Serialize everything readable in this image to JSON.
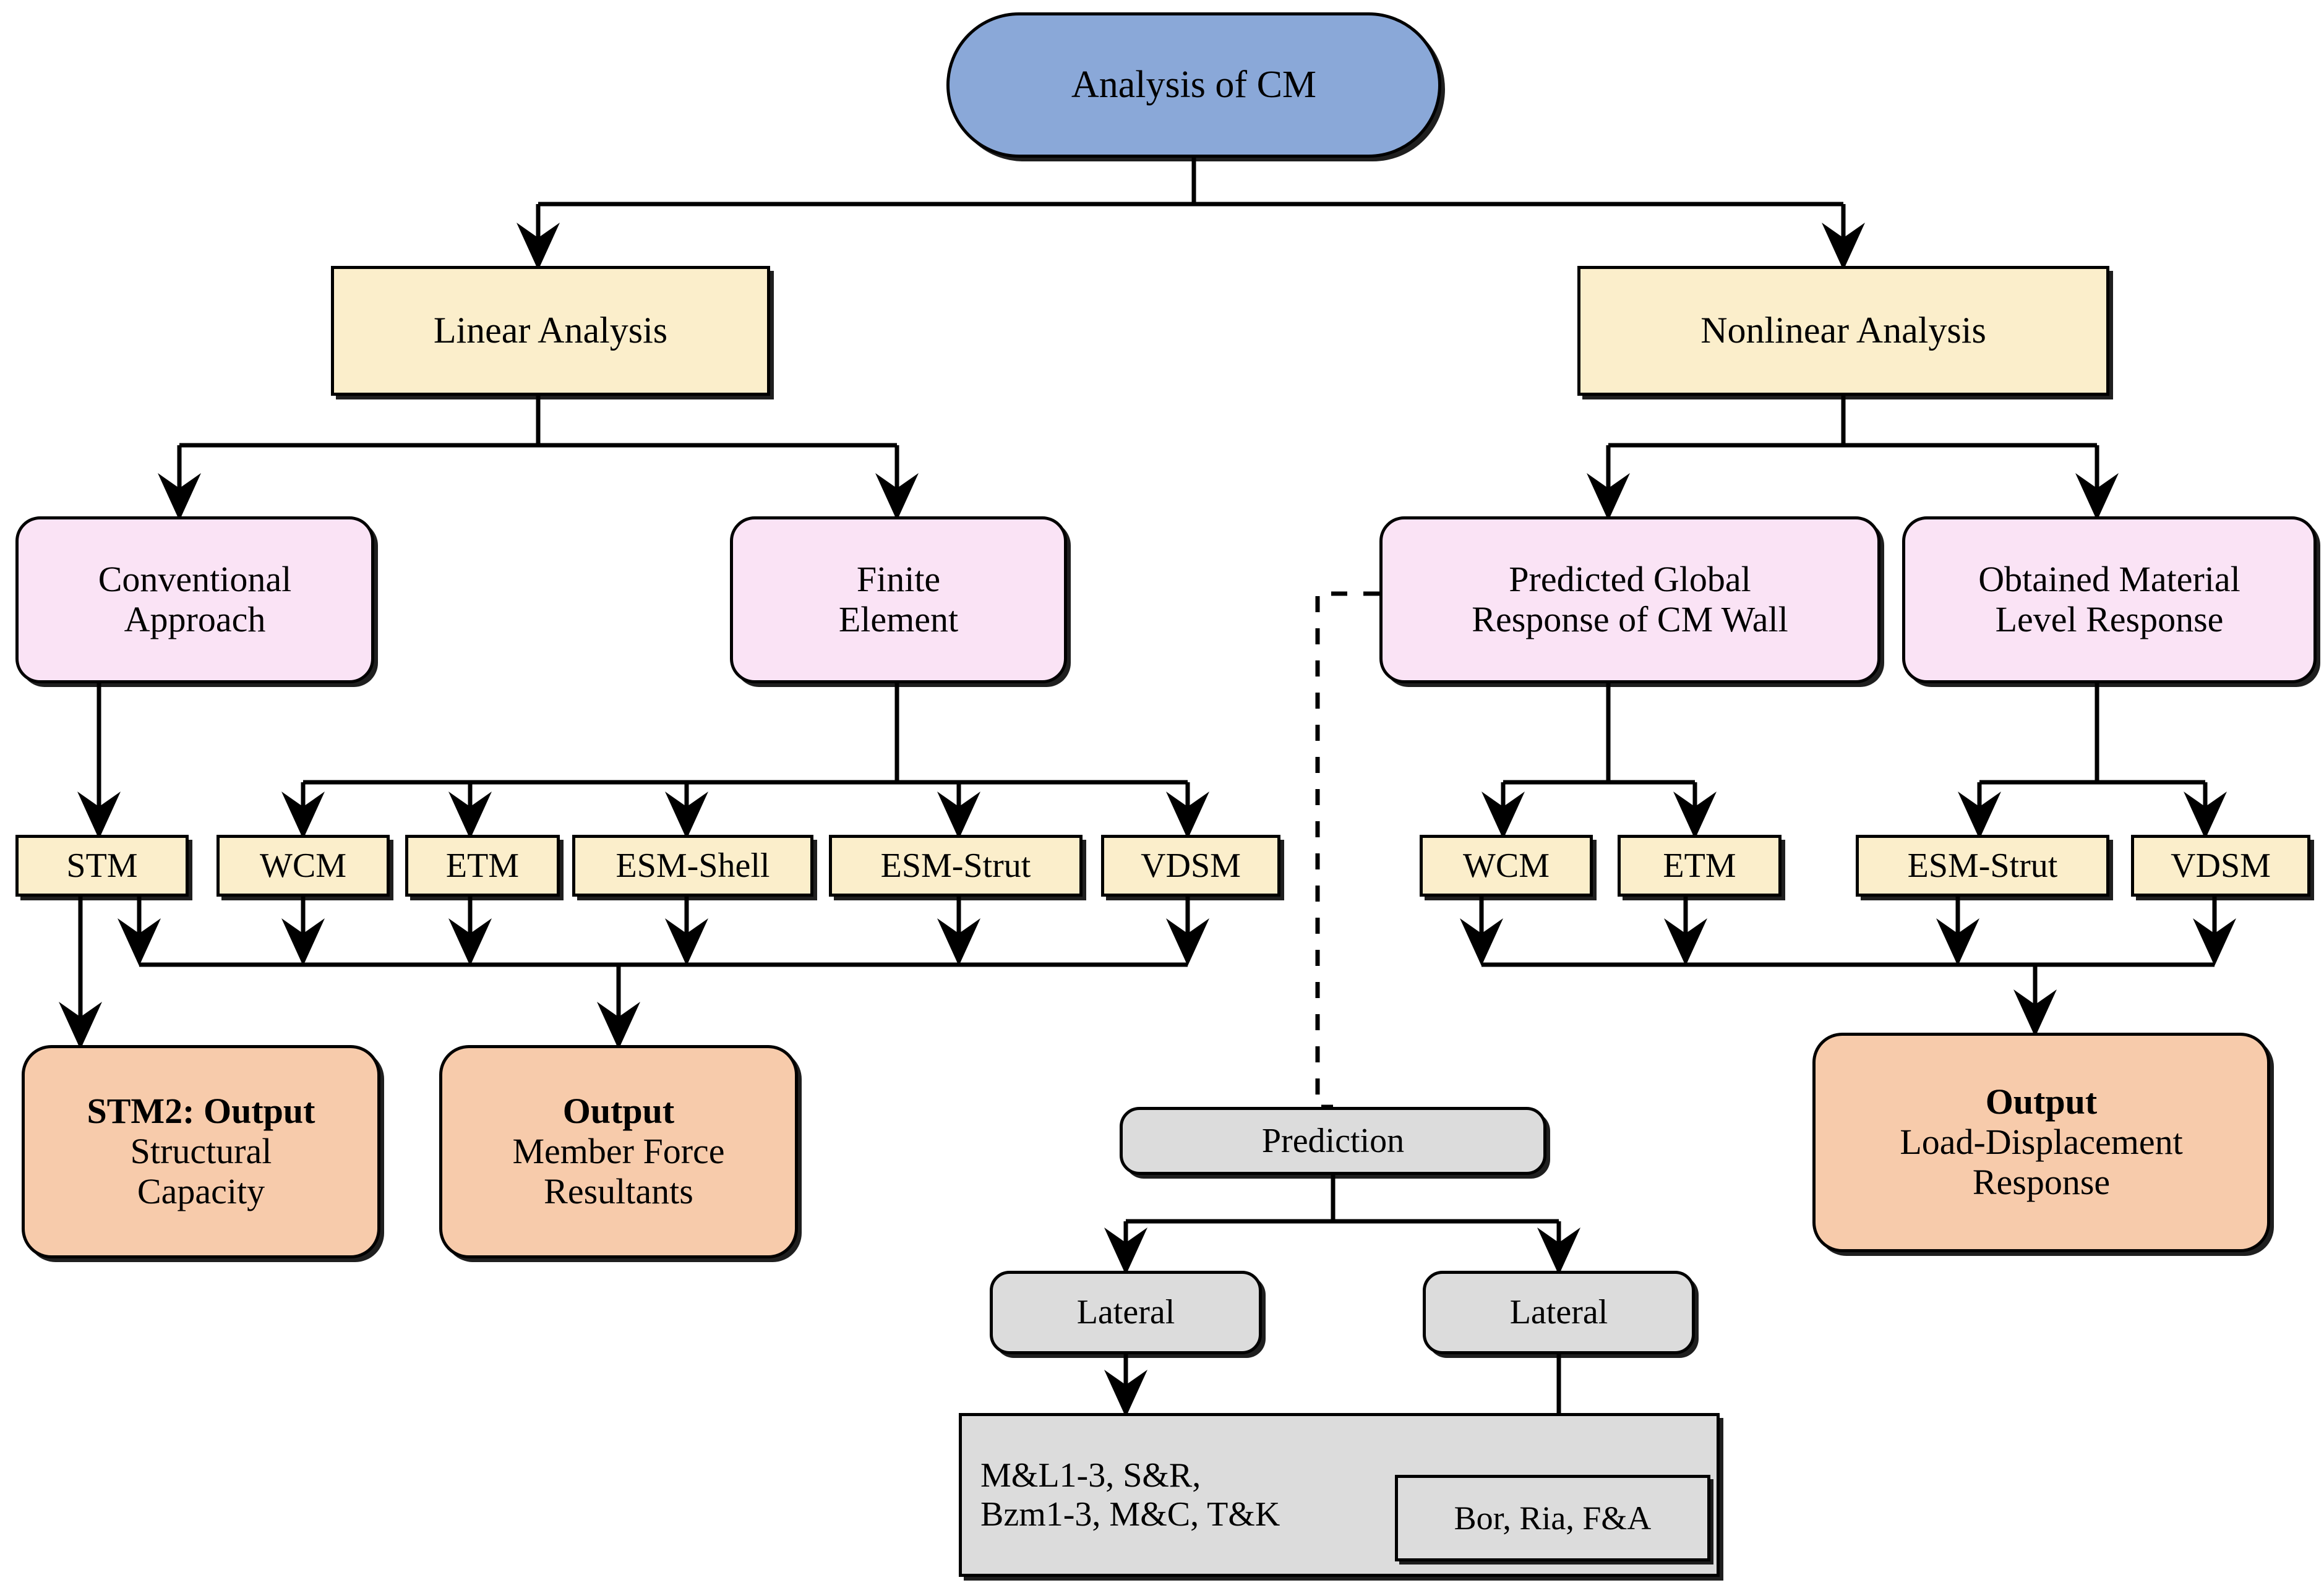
{
  "diagram": {
    "title": "Analysis of CM",
    "type": "flowchart",
    "colors": {
      "root_fill": "#8aa8d8",
      "stage_fill": "#fbeecb",
      "method_fill": "#fbeecb",
      "group_fill": "#fae3f5",
      "output_fill": "#f7cbab",
      "prediction_fill": "#dcdcdc",
      "stroke": "#000000",
      "background": "#ffffff"
    },
    "nodes": {
      "root": {
        "label": "Analysis of CM"
      },
      "linear": {
        "label": "Linear Analysis"
      },
      "nonlinear": {
        "label": "Nonlinear Analysis"
      },
      "conventional": {
        "line1": "Conventional",
        "line2": "Approach"
      },
      "finite_element": {
        "line1": "Finite",
        "line2": "Element"
      },
      "predicted_global": {
        "line1": "Predicted Global",
        "line2": "Response of CM Wall"
      },
      "obtained_material": {
        "line1": "Obtained Material",
        "line2": "Level Response"
      },
      "stm": {
        "label": "STM"
      },
      "wcm_linear": {
        "label": "WCM"
      },
      "etm_linear": {
        "label": "ETM"
      },
      "esm_shell": {
        "label": "ESM-Shell"
      },
      "esm_strut_linear": {
        "label": "ESM-Strut"
      },
      "vdsm_linear": {
        "label": "VDSM"
      },
      "wcm_nonlinear": {
        "label": "WCM"
      },
      "etm_nonlinear": {
        "label": "ETM"
      },
      "esm_strut_nonlinear": {
        "label": "ESM-Strut"
      },
      "vdsm_nonlinear": {
        "label": "VDSM"
      },
      "output_stm2": {
        "line1": "STM2: Output",
        "line2": "Structural",
        "line3": "Capacity"
      },
      "output_member_force": {
        "line1": "Output",
        "line2": "Member Force",
        "line3": "Resultants"
      },
      "output_load_disp": {
        "line1": "Output",
        "line2": "Load-Displacement",
        "line3": "Response"
      },
      "prediction": {
        "label": "Prediction"
      },
      "lateral_left": {
        "label": "Lateral"
      },
      "lateral_right": {
        "label": "Lateral"
      },
      "refs_main": {
        "line1": "M&L1-3, S&R,",
        "line2": "Bzm1-3, M&C, T&K"
      },
      "refs_inner": {
        "label": "Bor, Ria, F&A"
      }
    }
  }
}
